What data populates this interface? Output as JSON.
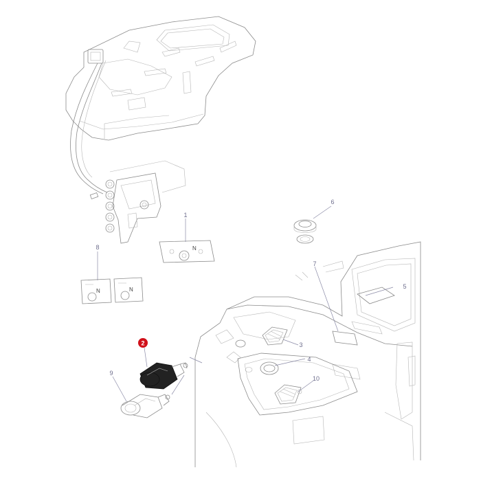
{
  "callouts": [
    {
      "id": "1",
      "label": "1"
    },
    {
      "id": "2",
      "label": "2",
      "highlighted": true
    },
    {
      "id": "3",
      "label": "3"
    },
    {
      "id": "4",
      "label": "4"
    },
    {
      "id": "5",
      "label": "5"
    },
    {
      "id": "6",
      "label": "6"
    },
    {
      "id": "7",
      "label": "7"
    },
    {
      "id": "8",
      "label": "8"
    },
    {
      "id": "9",
      "label": "9"
    },
    {
      "id": "10",
      "label": "10"
    }
  ],
  "panel_labels": {
    "neutral_symbol": "N"
  },
  "colors": {
    "highlight": "#d0101a",
    "callout_text": "#6d6d8c",
    "line": "#8a8a8a"
  }
}
